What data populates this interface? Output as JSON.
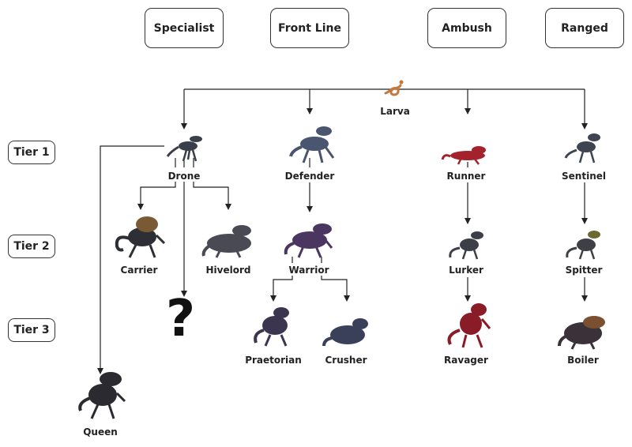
{
  "roles": {
    "specialist": "Specialist",
    "front_line": "Front Line",
    "ambush": "Ambush",
    "ranged": "Ranged"
  },
  "tiers": {
    "t1": "Tier 1",
    "t2": "Tier 2",
    "t3": "Tier 3"
  },
  "castes": {
    "larva": "Larva",
    "drone": "Drone",
    "defender": "Defender",
    "runner": "Runner",
    "sentinel": "Sentinel",
    "carrier": "Carrier",
    "hivelord": "Hivelord",
    "warrior": "Warrior",
    "lurker": "Lurker",
    "spitter": "Spitter",
    "praetorian": "Praetorian",
    "crusher": "Crusher",
    "ravager": "Ravager",
    "boiler": "Boiler",
    "queen": "Queen"
  },
  "unknown_mark": "?",
  "colors": {
    "line": "#222222",
    "larva": "#c4783a",
    "drone": "#3a3f4a",
    "defender": "#4a5570",
    "runner": "#a3222c",
    "sentinel": "#3e4550",
    "carrier": "#7a5a35",
    "hivelord": "#4a4a55",
    "warrior": "#4a3660",
    "lurker": "#3c3f48",
    "spitter": "#4a4a30",
    "praetorian": "#3b3550",
    "crusher": "#3a3f5a",
    "ravager": "#8a1c28",
    "boiler": "#5a4530",
    "queen": "#2a2a30"
  }
}
